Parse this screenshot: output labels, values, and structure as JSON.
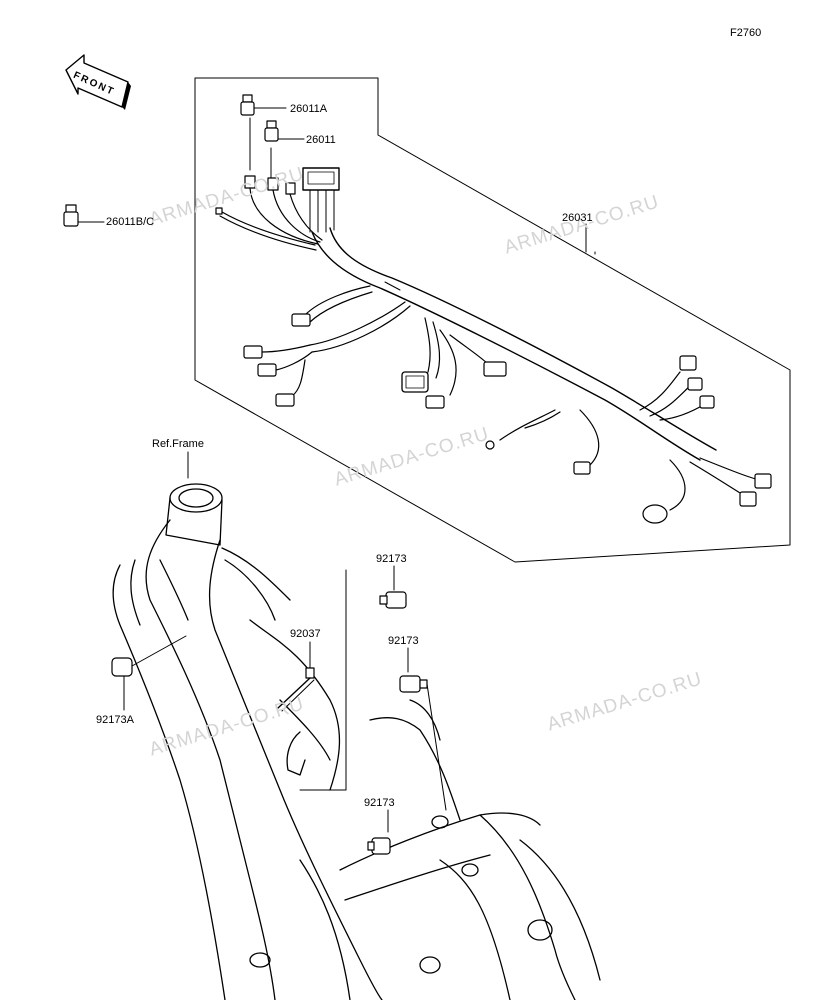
{
  "figure_code": "F2760",
  "direction_label": "FRONT",
  "watermark_text": "ARMADA-CO.RU",
  "parts": {
    "p26011A": "26011A",
    "p26011": "26011",
    "p26011BC": "26011B/C",
    "p26031": "26031",
    "p92173_top": "92173",
    "p92173_mid": "92173",
    "p92173_bot": "92173",
    "p92037": "92037",
    "p92173A": "92173A",
    "ref_frame": "Ref.Frame"
  },
  "colors": {
    "line": "#000000",
    "watermark": "#d4d4d4",
    "background": "#ffffff"
  }
}
